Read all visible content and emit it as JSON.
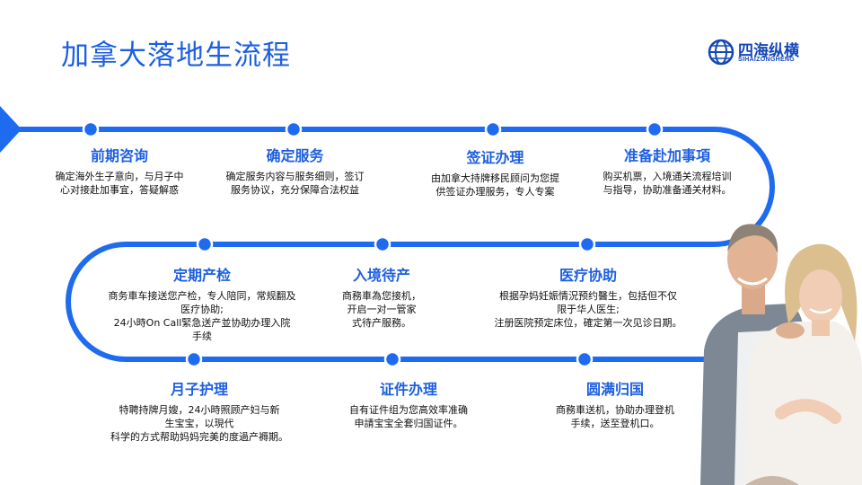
{
  "title": "加拿大落地生流程",
  "logo": {
    "name": "四海纵横",
    "sub": "SIHAIZONGHENG"
  },
  "colors": {
    "accent": "#1d5fe0",
    "line": "#1f6bf0"
  },
  "steps": [
    {
      "title": "前期咨询",
      "desc": [
        "确定海外生子意向，与月子中",
        "心对接赴加事宜，答疑解惑"
      ]
    },
    {
      "title": "确定服务",
      "desc": [
        "确定服务内容与服务细则，签订",
        "服务协议，充分保障合法权益"
      ]
    },
    {
      "title": "签证办理",
      "desc": [
        "由加拿大持牌移民顾问为您提",
        "供签证办理服务，专人专案"
      ]
    },
    {
      "title": "准备赴加事項",
      "desc": [
        "购买机票，入境通关流程培训",
        "与指导，协助准备通关材料。"
      ]
    },
    {
      "title": "定期产检",
      "desc": [
        "商务車车接送您产检，专人陪同，常规翻及",
        "医疗协助;",
        "24小時On Call緊急送产並协助办理入院",
        "手续"
      ]
    },
    {
      "title": "入境待产",
      "desc": [
        "商務車為您接机，",
        "开启一对一管家",
        "式待产服務。"
      ]
    },
    {
      "title": "医疗协助",
      "desc": [
        "根据孕妈妊娠情況预约醫生，包括但不仅",
        "限于华人医生;",
        "注册医院预定床位，確定第一次见诊日期。"
      ]
    },
    {
      "title": "月子护理",
      "desc": [
        "特聘持牌月嫂，24小時照顾产妇与新",
        "生宝宝，以現代",
        "科学的方式帮助妈妈完美的度過产褥期。"
      ]
    },
    {
      "title": "证件办理",
      "desc": [
        "自有证件组为您高效率准确",
        "申請宝宝全套归国证件。"
      ]
    },
    {
      "title": "圆满归国",
      "desc": [
        "商務車送机，协助办理登机",
        "手续，送至登机口。"
      ]
    }
  ]
}
